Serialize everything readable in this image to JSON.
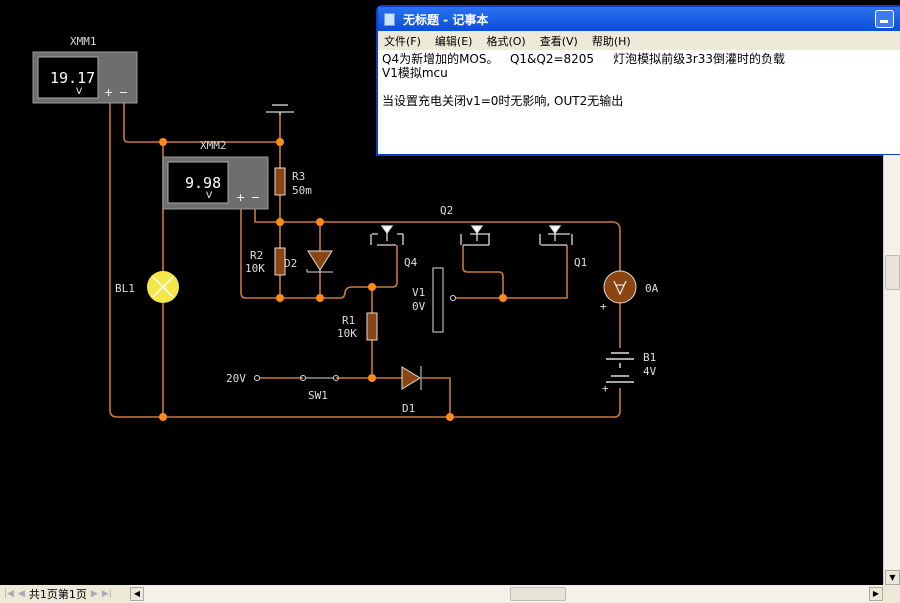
{
  "notepad": {
    "title": "无标题 - 记事本",
    "menu": [
      "文件(F)",
      "编辑(E)",
      "格式(O)",
      "查看(V)",
      "帮助(H)"
    ],
    "lines": [
      "Q4为新增加的MOS。   Q1&Q2=8205     灯泡模拟前级3r33倒灌时的负载",
      "V1模拟mcu",
      "",
      "当设置充电关闭v1=0时无影响, OUT2无输出"
    ]
  },
  "circuit": {
    "xmm1": {
      "label": "XMM1",
      "reading": "19.17",
      "unit": "V",
      "plus": "+",
      "minus": "−"
    },
    "xmm2": {
      "label": "XMM2",
      "reading": "9.98",
      "unit": "V",
      "plus": "+",
      "minus": "−"
    },
    "r3": {
      "name": "R3",
      "value": "50m"
    },
    "r2": {
      "name": "R2",
      "value": "10K"
    },
    "r1": {
      "name": "R1",
      "value": "10K"
    },
    "d2": "D2",
    "d1": "D1",
    "q2": "Q2",
    "q4": "Q4",
    "q1": "Q1",
    "v1": {
      "name": "V1",
      "value": "0V"
    },
    "ammeter": {
      "value": "0A",
      "plus": "+"
    },
    "b1": {
      "name": "B1",
      "value": "4V",
      "plus": "+"
    },
    "bl1": "BL1",
    "source": "20V",
    "sw1": "SW1",
    "wire_color": "#c8783c",
    "node_color": "#ff8c1a",
    "lamp_color": "#f5e64a"
  },
  "statusbar": {
    "pages": "共1页第1页"
  }
}
